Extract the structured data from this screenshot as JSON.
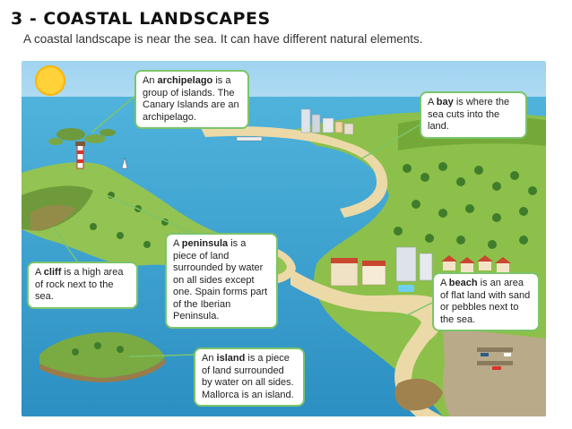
{
  "header": {
    "title": "3 - COASTAL LANDSCAPES",
    "subtitle": "A coastal landscape is near the sea. It can have different natural elements."
  },
  "callouts": {
    "archipelago": {
      "pre": "An ",
      "term": "archipelago",
      "post": " is a group of islands. The Canary Islands are an archipelago."
    },
    "bay": {
      "pre": "A ",
      "term": "bay",
      "post": " is where the sea cuts into the land."
    },
    "peninsula": {
      "pre": "A ",
      "term": "peninsula",
      "post": " is a piece of land surrounded by water on all sides except one. Spain forms part of the Iberian Peninsula."
    },
    "cliff": {
      "pre": "A ",
      "term": "cliff",
      "post": " is a high area of rock next to the sea."
    },
    "beach": {
      "pre": "A ",
      "term": "beach",
      "post": " is an area of flat land with sand or pebbles next to the sea."
    },
    "island": {
      "pre": "An ",
      "term": "island",
      "post": " is a piece of land surrounded by water on all sides. Mallorca is an island."
    }
  },
  "colors": {
    "callout_border": "#7cc46a",
    "sea": "#3aa6d0",
    "land": "#8cc04a",
    "sand": "#ecd9a8"
  }
}
